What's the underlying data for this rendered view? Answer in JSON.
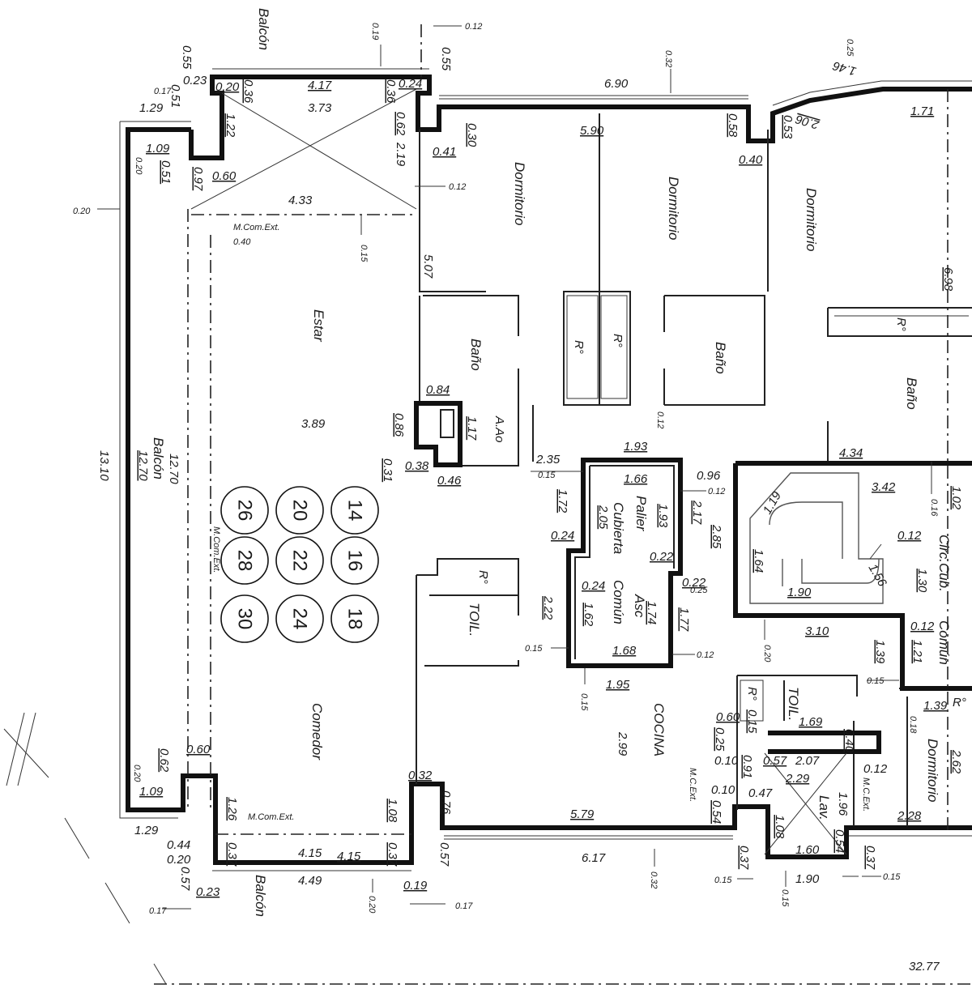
{
  "rooms": {
    "balcon_top": "Balcón",
    "balcon_left": "Balcón",
    "balcon_bottom": "Balcón",
    "estar": "Estar",
    "comedor": "Comedor",
    "dormitorio_1": "Dormitorio",
    "dormitorio_2": "Dormitorio",
    "dormitorio_3": "Dormitorio",
    "dormitorio_4": "Dormitorio",
    "bano_1": "Baño",
    "bano_2": "Baño",
    "bano_3": "Baño",
    "toil_1": "TOIL.",
    "toil_2": "TOIL.",
    "cocina": "COCINA",
    "lav": "Lav.",
    "palier": "Palier",
    "cubierta": "Cubierta",
    "asc": "Asc",
    "comun": "Común",
    "circ_cub": "Circ.Cub.",
    "comun_right": "Común",
    "a_ao": "A.Ao",
    "mcomext_1": "M.Com.Ext.",
    "mcomext_2": "M.Com.Ext.",
    "mcomext_3": "M.Com.Ext.",
    "mcext_1": "M.C.Ext.",
    "mcext_2": "M.C.Ext.",
    "r_1": "R°",
    "r_2": "R°",
    "r_3": "R°",
    "r_4": "R°",
    "r_5": "R°",
    "r_6": "R°"
  },
  "units": [
    "26",
    "20",
    "14",
    "28",
    "22",
    "16",
    "30",
    "24",
    "18"
  ],
  "dims": {
    "d_0_55": "0.55",
    "d_0_23": "0.23",
    "d_0_17": "0.17",
    "d_0_51a": "0.51",
    "d_1_29a": "1.29",
    "d_0_20t": "0.20",
    "d_0_36a": "0.36",
    "d_4_17": "4.17",
    "d_0_36b": "0.36",
    "d_0_24": "0.24",
    "d_3_73": "3.73",
    "d_0_19": "0.19",
    "d_0_12a": "0.12",
    "d_0_55r": "0.55",
    "d_0_62": "0.62",
    "d_2_19": "2.19",
    "d_1_22": "1.22",
    "d_1_09a": "1.09",
    "d_0_51b": "0.51",
    "d_0_20a": "0.20",
    "d_0_97": "0.97",
    "d_0_60a": "0.60",
    "d_4_33": "4.33",
    "d_0_20b": "0.20",
    "d_0_40a": "0.40",
    "d_0_15a": "0.15",
    "d_0_41": "0.41",
    "d_0_12b": "0.12",
    "d_0_30": "0.30",
    "d_0_32t": "0.32",
    "d_6_90": "6.90",
    "d_5_90": "5.90",
    "d_0_58": "0.58",
    "d_0_40b": "0.40",
    "d_0_53": "0.53",
    "d_2_06": "2.06",
    "d_1_46": "1.46",
    "d_0_25": "0.25",
    "d_1_71": "1.71",
    "d_6_98": "6.98",
    "d_5_07": "5.07",
    "d_3_89": "3.89",
    "d_0_84": "0.84",
    "d_0_86": "0.86",
    "d_1_17": "1.17",
    "d_0_38": "0.38",
    "d_0_46": "0.46",
    "d_0_31": "0.31",
    "d_2_35": "2.35",
    "d_0_15b": "0.15",
    "d_1_93a": "1.93",
    "d_0_12c": "0.12",
    "d_1_66": "1.66",
    "d_0_96": "0.96",
    "d_0_12d": "0.12",
    "d_1_72": "1.72",
    "d_2_05": "2.05",
    "d_1_93b": "1.93",
    "d_2_17": "2.17",
    "d_2_85": "2.85",
    "d_0_24b": "0.24",
    "d_0_22a": "0.22",
    "d_0_24c": "0.24",
    "d_0_22b": "0.22",
    "d_0_25b": "0.25",
    "d_2_22": "2.22",
    "d_1_62": "1.62",
    "d_1_74": "1.74",
    "d_1_77": "1.77",
    "d_0_15c": "0.15",
    "d_1_68": "1.68",
    "d_0_12e": "0.12",
    "d_1_95": "1.95",
    "d_0_15d": "0.15",
    "d_2_99": "2.99",
    "d_4_34": "4.34",
    "d_3_42": "3.42",
    "d_1_02": "1.02",
    "d_0_16": "0.16",
    "d_1_19": "1.19",
    "d_1_64": "1.64",
    "d_1_90a": "1.90",
    "d_1_56": "1.56",
    "d_0_12f": "0.12",
    "d_1_30": "1.30",
    "d_0_20c": "0.20",
    "d_3_10": "3.10",
    "d_0_12g": "0.12",
    "d_1_21": "1.21",
    "d_1_39a": "1.39",
    "d_0_15e": "0.15",
    "d_1_39b": "1.39",
    "d_0_18": "0.18",
    "d_2_62": "2.62",
    "d_2_28": "2.28",
    "d_13_10": "13.10",
    "d_12_70a": "12.70",
    "d_12_70b": "12.70",
    "d_0_60b": "0.60",
    "d_0_62b": "0.62",
    "d_0_20d": "0.20",
    "d_1_09b": "1.09",
    "d_1_26": "1.26",
    "d_1_29b": "1.29",
    "d_0_44": "0.44",
    "d_0_20e": "0.20",
    "d_0_57a": "0.57",
    "d_0_23b": "0.23",
    "d_0_17b": "0.17",
    "d_0_37a": "0.37",
    "d_4_15a": "4.15",
    "d_4_15b": "4.15",
    "d_0_37b": "0.37",
    "d_4_49": "4.49",
    "d_0_20f": "0.20",
    "d_0_19b": "0.19",
    "d_0_17c": "0.17",
    "d_0_32": "0.32",
    "d_1_08a": "1.08",
    "d_0_76": "0.76",
    "d_5_79": "5.79",
    "d_0_57b": "0.57",
    "d_6_17": "6.17",
    "d_0_32b": "0.32",
    "d_0_60c": "0.60",
    "d_0_15f": "0.15",
    "d_0_25c": "0.25",
    "d_1_69": "1.69",
    "d_0_40c": "0.40",
    "d_0_10a": "0.10",
    "d_0_91": "0.91",
    "d_0_57c": "0.57",
    "d_2_07": "2.07",
    "d_2_29": "2.29",
    "d_0_12h": "0.12",
    "d_0_10b": "0.10",
    "d_0_47": "0.47",
    "d_0_54a": "0.54",
    "d_1_08b": "1.08",
    "d_1_96": "1.96",
    "d_0_54b": "0.54",
    "d_1_60": "1.60",
    "d_0_37c": "0.37",
    "d_0_15g": "0.15",
    "d_1_90b": "1.90",
    "d_0_37d": "0.37",
    "d_0_15h": "0.15",
    "d_0_15i": "0.15",
    "d_32_77": "32.77"
  }
}
